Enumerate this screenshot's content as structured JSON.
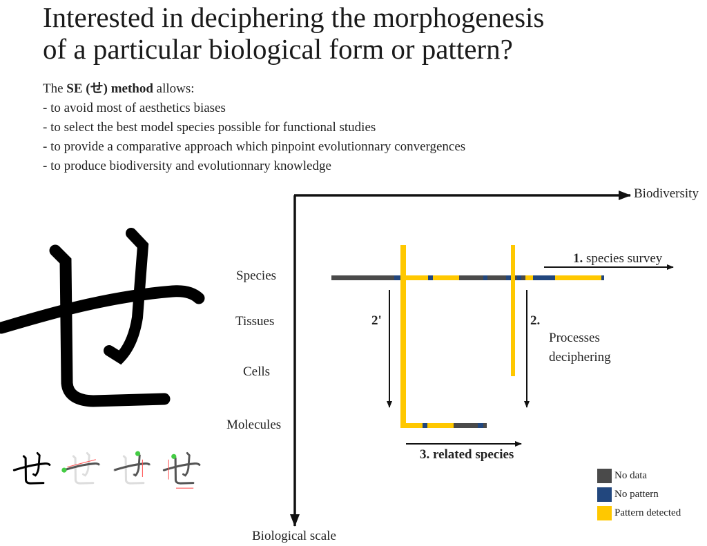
{
  "title": {
    "line1": "Interested in deciphering the morphogenesis",
    "line2": "of a particular biological form or pattern?"
  },
  "intro": {
    "prefix": "The ",
    "method": "SE (せ) method",
    "suffix": " allows:",
    "bullets": [
      "- to avoid most of aesthetics biases",
      "- to select the best model species possible for functional studies",
      "- to provide a comparative approach which pinpoint evolutionnary convergences",
      "- to produce biodiversity and evolutionnary knowledge"
    ]
  },
  "glyph": {
    "character": "せ"
  },
  "axes": {
    "x_label": "Biodiversity",
    "y_label": "Biological scale"
  },
  "levels": [
    "Species",
    "Tissues",
    "Cells",
    "Molecules"
  ],
  "steps": {
    "step1_num": "1.",
    "step1_text": " species survey",
    "step2": "2.",
    "step2_text_line1": "Processes",
    "step2_text_line2": "deciphering",
    "step2p": "2'",
    "step3": "3. related species"
  },
  "colors": {
    "no_data": "#4a4a4a",
    "no_pattern": "#22477e",
    "pattern": "#ffc800"
  },
  "species_row": [
    "no_data",
    "no_pattern",
    "pattern",
    "no_pattern",
    "pattern",
    "no_data",
    "no_pattern",
    "no_data",
    "no_pattern",
    "pattern",
    "no_data",
    "no_pattern",
    "no_data",
    "pattern",
    "no_pattern",
    "pattern",
    "no_pattern"
  ],
  "molecules_row": [
    "pattern",
    "no_pattern",
    "pattern",
    "no_data",
    "no_pattern",
    "no_data"
  ],
  "legend": [
    {
      "key": "no_data",
      "label": "No data"
    },
    {
      "key": "no_pattern",
      "label": "No pattern"
    },
    {
      "key": "pattern",
      "label": "Pattern detected"
    }
  ]
}
